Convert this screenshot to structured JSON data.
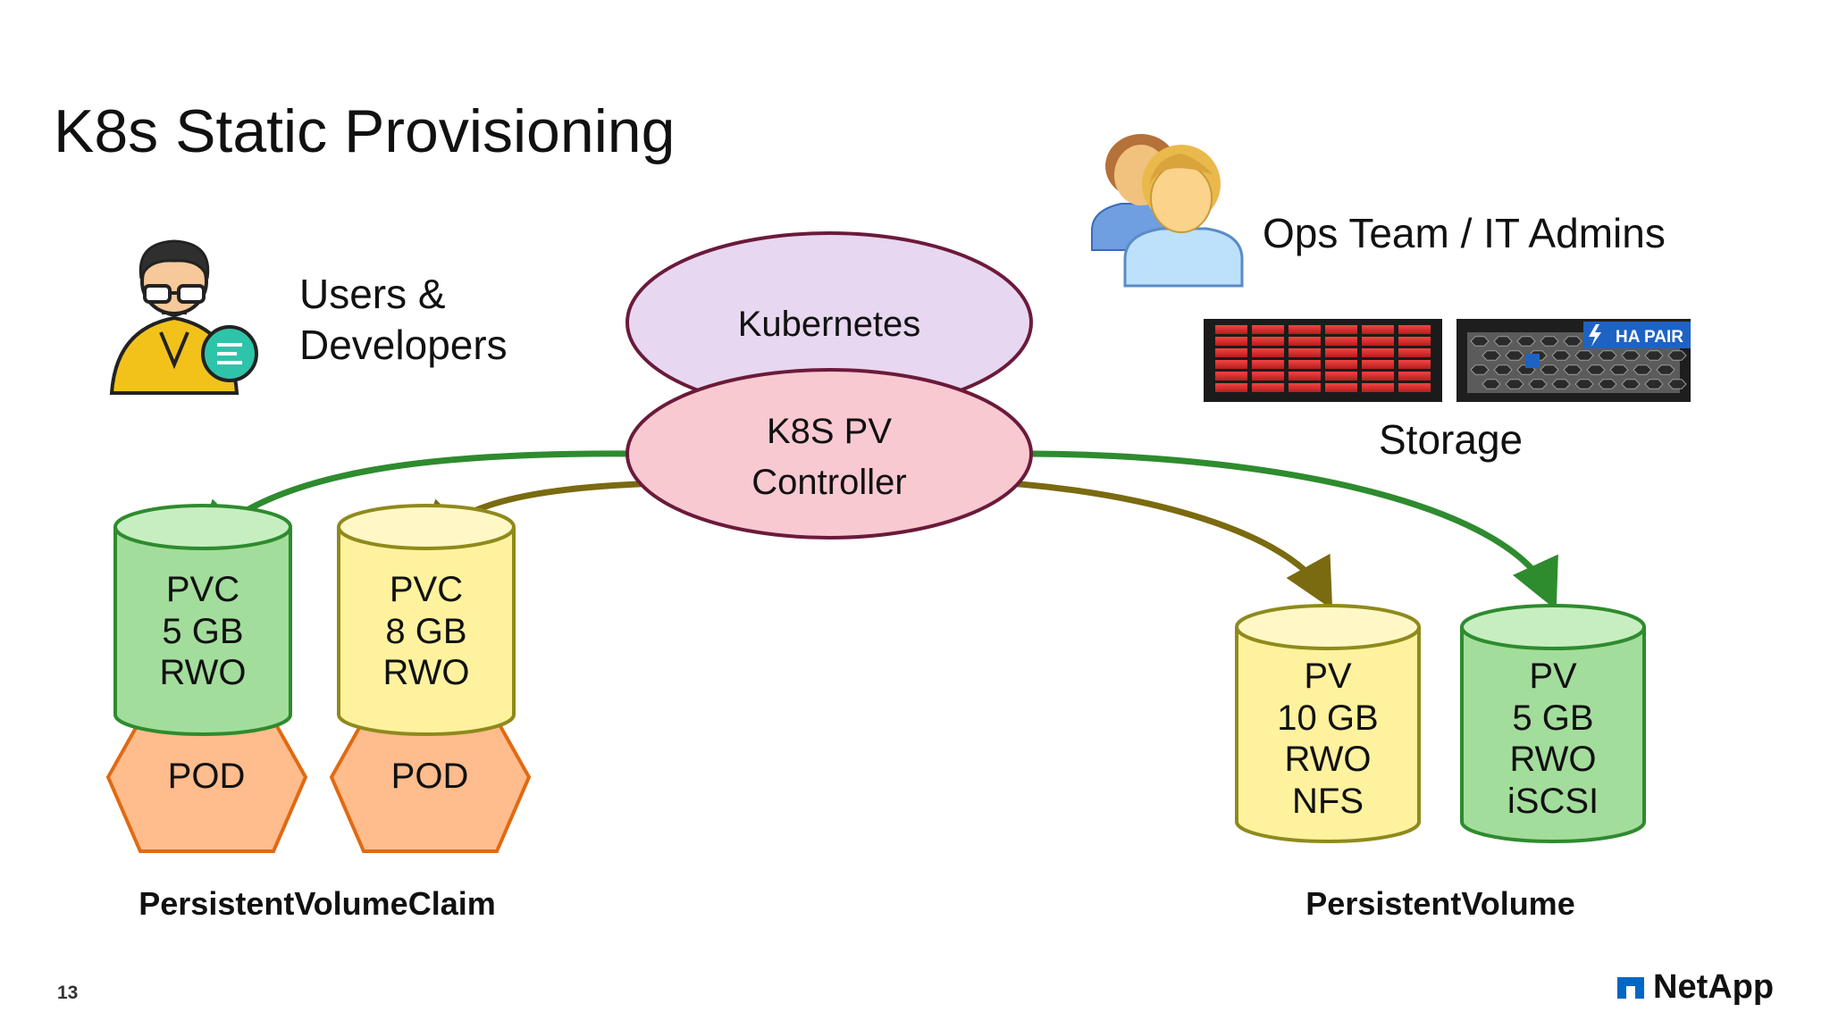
{
  "title": "K8s Static Provisioning",
  "users": {
    "line1": "Users &",
    "line2": "Developers"
  },
  "ops": {
    "label": "Ops Team / IT Admins"
  },
  "storage": {
    "label": "Storage",
    "badge": "HA PAIR"
  },
  "kubernetes": {
    "label": "Kubernetes"
  },
  "controller": {
    "line1": "K8S PV",
    "line2": "Controller"
  },
  "pvcs": [
    {
      "lines": [
        "PVC",
        "5 GB",
        "RWO"
      ],
      "color": "#a3dd9c",
      "stroke": "#2e8b2e",
      "pod": "POD"
    },
    {
      "lines": [
        "PVC",
        "8 GB",
        "RWO"
      ],
      "color": "#fff29e",
      "stroke": "#8f8a1c",
      "pod": "POD"
    }
  ],
  "pvs": [
    {
      "lines": [
        "PV",
        "10 GB",
        "RWO",
        "NFS"
      ],
      "color": "#fff29e",
      "stroke": "#8f8a1c"
    },
    {
      "lines": [
        "PV",
        "5 GB",
        "RWO",
        "iSCSI"
      ],
      "color": "#a3dd9c",
      "stroke": "#2e8b2e"
    }
  ],
  "sections": {
    "pvc": "PersistentVolumeClaim",
    "pv": "PersistentVolume"
  },
  "page_number": "13",
  "brand": "NetApp",
  "colors": {
    "green_arrow": "#2e8b2e",
    "olive_arrow": "#7a6a10",
    "pod_fill": "#ffbc8c",
    "pod_stroke": "#e06a12",
    "kubernetes_fill": "#e8d7f0",
    "controller_fill": "#f9c9d2",
    "ellipse_stroke": "#6b1a3a"
  }
}
